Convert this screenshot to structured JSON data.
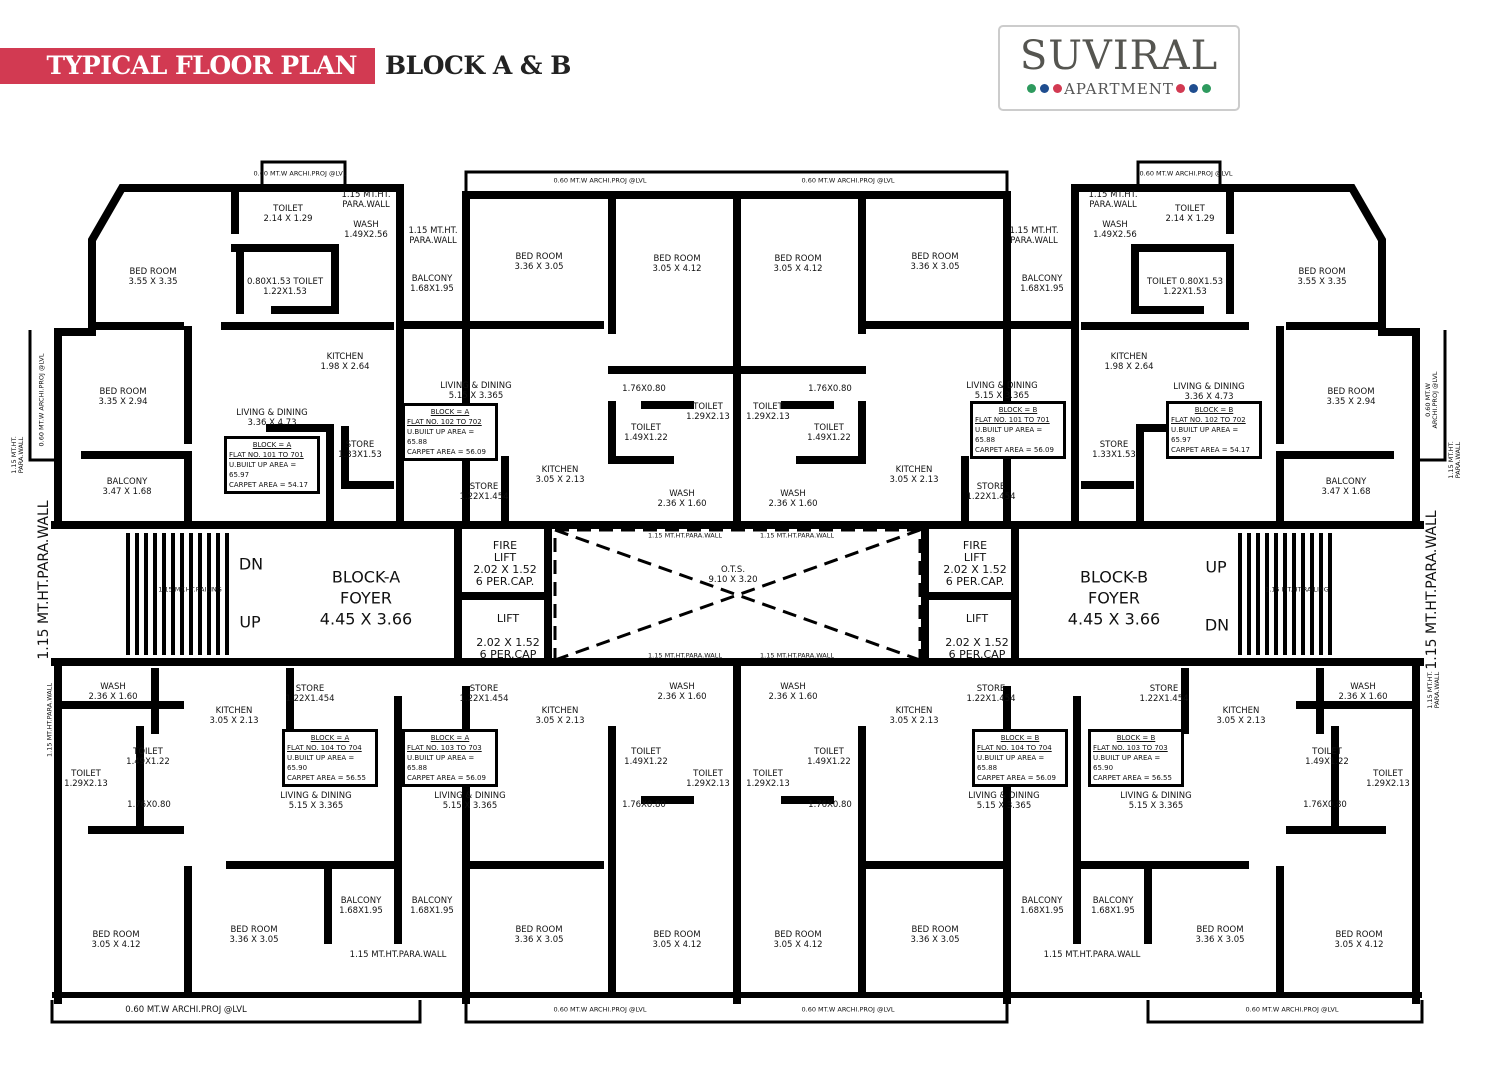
{
  "header": {
    "title": "TYPICAL FLOOR PLAN",
    "subtitle": "BLOCK A & B",
    "logo_main": "SUVIRAL",
    "logo_sub": "APARTMENT",
    "accent_color": "#d23a52",
    "logo_dot_colors": [
      "#2e9a5e",
      "#1f4d8f",
      "#d23a52"
    ]
  },
  "labels": [
    "0.60 MT.W ARCHI.PROJ @LVL",
    "TOILET\n2.14 X 1.29",
    "WASH\n1.49X2.56",
    "1.15 MT.HT.\nPARA.WALL",
    "BED ROOM\n3.55 X 3.35",
    "0.80X1.53 TOILET\n1.22X1.53",
    "KITCHEN\n1.98 X 2.64",
    "BED ROOM\n3.35 X 2.94",
    "LIVING & DINING\n3.36 X 4.73",
    "STORE\n1.33X1.53",
    "BALCONY\n3.47 X 1.68",
    "1.15 MT.HT.\nPARA.WALL",
    "BALCONY\n1.68X1.95",
    "0.60 MT.W ARCHI.PROJ @LVL",
    "0.60 MT.W ARCHI.PROJ @LVL",
    "BED ROOM\n3.36 X 3.05",
    "BED ROOM\n3.05 X 4.12",
    "BED ROOM\n3.05 X 4.12",
    "BED ROOM\n3.36 X 3.05",
    "LIVING & DINING\n5.15 X 3.365",
    "LIVING & DINING\n5.15 X 3.365",
    "1.76X0.80",
    "1.76X0.80",
    "TOILET\n1.29X2.13",
    "TOILET\n1.29X2.13",
    "TOILET\n1.49X1.22",
    "TOILET\n1.49X1.22",
    "KITCHEN\n3.05 X 2.13",
    "KITCHEN\n3.05 X 2.13",
    "STORE\n1.22X1.454",
    "STORE\n1.22X1.454",
    "WASH\n2.36 X 1.60",
    "WASH\n2.36 X 1.60",
    "1.15 MT.HT.PARA.WALL",
    "1.15 MT.HT.PARA.WALL",
    "1.15 MT.HT.PARA.WALL",
    "1.15 MT.HT.PARA.WALL",
    "1.15 MT.HT.\nPARA.WALL",
    "BALCONY\n1.68X1.95",
    "0.60 MT.W ARCHI.PROJ @LVL",
    "TOILET\n2.14 X 1.29",
    "WASH\n1.49X2.56",
    "1.15 MT.HT.\nPARA.WALL",
    "TOILET 0.80X1.53\n1.22X1.53",
    "BED ROOM\n3.55 X 3.35",
    "KITCHEN\n1.98 X 2.64",
    "LIVING & DINING\n3.36 X 4.73",
    "BED ROOM\n3.35 X 2.94",
    "STORE\n1.33X1.53",
    "BALCONY\n3.47 X 1.68",
    "FIRE\nLIFT\n2.02 X 1.52\n6 PER.CAP.",
    "LIFT\n\n2.02 X 1.52\n6 PER.CAP",
    "O.T.S.\n9.10 X 3.20",
    "FIRE\nLIFT\n2.02 X 1.52\n6 PER.CAP.",
    "LIFT\n\n2.02 X 1.52\n6 PER.CAP",
    "1.15 MT.HT.RAILING",
    "1.15 MT.HT.RAILING",
    "WASH\n2.36 X 1.60",
    "KITCHEN\n3.05 X 2.13",
    "STORE\n1.22X1.454",
    "TOILET\n1.49X1.22",
    "TOILET\n1.29X2.13",
    "1.76X0.80",
    "LIVING & DINING\n5.15 X 3.365",
    "STORE\n1.22X1.454",
    "KITCHEN\n3.05 X 2.13",
    "LIVING & DINING\n5.15 X 3.365",
    "WASH\n2.36 X 1.60",
    "WASH\n2.36 X 1.60",
    "TOILET\n1.49X1.22",
    "TOILET\n1.49X1.22",
    "TOILET\n1.29X2.13",
    "TOILET\n1.29X2.13",
    "1.76X0.80",
    "1.76X0.80",
    "KITCHEN\n3.05 X 2.13",
    "STORE\n1.22X1.454",
    "LIVING & DINING\n5.15 X 3.365",
    "STORE\n1.22X1.454",
    "KITCHEN\n3.05 X 2.13",
    "LIVING & DINING\n5.15 X 3.365",
    "WASH\n2.36 X 1.60",
    "TOILET\n1.49X1.22",
    "TOILET\n1.29X2.13",
    "1.76X0.80",
    "BED ROOM\n3.05 X 4.12",
    "BED ROOM\n3.36 X 3.05",
    "BALCONY\n1.68X1.95",
    "BALCONY\n1.68X1.95",
    "1.15 MT.HT.PARA.WALL",
    "BED ROOM\n3.36 X 3.05",
    "BED ROOM\n3.05 X 4.12",
    "BED ROOM\n3.05 X 4.12",
    "BED ROOM\n3.36 X 3.05",
    "BALCONY\n1.68X1.95",
    "BALCONY\n1.68X1.95",
    "1.15 MT.HT.PARA.WALL",
    "BED ROOM\n3.36 X 3.05",
    "BED ROOM\n3.05 X 4.12",
    "0.60 MT.W ARCHI.PROJ @LVL",
    "0.60 MT.W ARCHI.PROJ @LVL",
    "0.60 MT.W ARCHI.PROJ @LVL",
    "0.60 MT.W ARCHI.PROJ @LVL"
  ],
  "vertical_labels": [
    "1.15 MT.HT.\nPARA.WALL",
    "0.60 MT.W ARCHI.PROJ @LVL",
    "1.15 MT.HT.PARA.WALL",
    "1.15 MT.HT.PARA.WALL",
    "0.60 MT.W ARCHI.PROJ @LVL",
    "1.15 MT.HT.\nPARA.WALL",
    "1.15 MT.HT.PARA.WALL",
    "1.15 MT.HT.\nPARA.WALL"
  ],
  "foyers": [
    {
      "block": "BLOCK-A",
      "name": "FOYER",
      "size": "4.45 X 3.66",
      "stair_top": "DN",
      "stair_bottom": "UP"
    },
    {
      "block": "BLOCK-B",
      "name": "FOYER",
      "size": "4.45 X 3.66",
      "stair_top": "UP",
      "stair_bottom": "DN"
    }
  ],
  "flats": [
    {
      "block": "BLOCK = A",
      "flat_no": "FLAT NO. 101 TO 701",
      "built_up": "U.BUILT UP AREA = 65.97",
      "carpet": "CARPET AREA = 54.17"
    },
    {
      "block": "BLOCK = A",
      "flat_no": "FLAT NO. 102 TO 702",
      "built_up": "U.BUILT UP AREA = 65.88",
      "carpet": "CARPET AREA = 56.09"
    },
    {
      "block": "BLOCK = B",
      "flat_no": "FLAT NO. 101 TO 701",
      "built_up": "U.BUILT UP AREA = 65.88",
      "carpet": "CARPET AREA = 56.09"
    },
    {
      "block": "BLOCK = B",
      "flat_no": "FLAT NO. 102 TO 702",
      "built_up": "U.BUILT UP AREA = 65.97",
      "carpet": "CARPET AREA = 54.17"
    },
    {
      "block": "BLOCK = A",
      "flat_no": "FLAT NO. 104 TO 704",
      "built_up": "U.BUILT UP AREA = 65.90",
      "carpet": "CARPET AREA = 56.55"
    },
    {
      "block": "BLOCK = A",
      "flat_no": "FLAT NO. 103 TO 703",
      "built_up": "U.BUILT UP AREA = 65.88",
      "carpet": "CARPET AREA = 56.09"
    },
    {
      "block": "BLOCK = B",
      "flat_no": "FLAT NO. 104 TO 704",
      "built_up": "U.BUILT UP AREA = 65.88",
      "carpet": "CARPET AREA = 56.09"
    },
    {
      "block": "BLOCK = B",
      "flat_no": "FLAT NO. 103 TO 703",
      "built_up": "U.BUILT UP AREA = 65.90",
      "carpet": "CARPET AREA = 56.55"
    }
  ]
}
